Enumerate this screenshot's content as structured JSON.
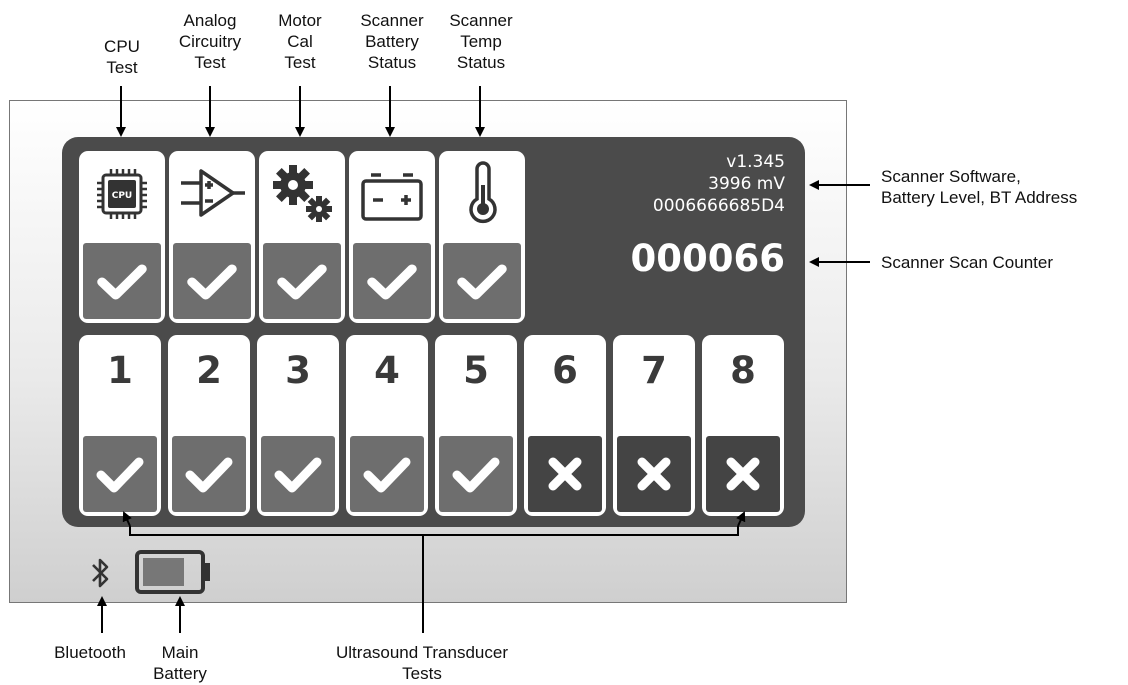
{
  "annotations": {
    "cpu_test": [
      "CPU",
      "Test"
    ],
    "analog_test": [
      "Analog",
      "Circuitry",
      "Test"
    ],
    "motor_cal_test": [
      "Motor",
      "Cal",
      "Test"
    ],
    "scanner_battery_status": [
      "Scanner",
      "Battery",
      "Status"
    ],
    "scanner_temp_status": [
      "Scanner",
      "Temp",
      "Status"
    ],
    "software_info": [
      "Scanner Software,",
      "Battery Level, BT Address"
    ],
    "scan_counter": "Scanner Scan Counter",
    "bluetooth": "Bluetooth",
    "main_battery": [
      "Main",
      "Battery"
    ],
    "ultrasound": [
      "Ultrasound Transducer",
      "Tests"
    ]
  },
  "screen": {
    "version": "v1.345",
    "battery_mv": "3996 mV",
    "bt_address": "0006666685D4",
    "scan_count": "000066",
    "self_tests": [
      {
        "icon": "cpu-icon",
        "chip_label": "CPU",
        "status": "pass"
      },
      {
        "icon": "amplifier-icon",
        "status": "pass"
      },
      {
        "icon": "gears-icon",
        "status": "pass"
      },
      {
        "icon": "battery-icon",
        "status": "pass"
      },
      {
        "icon": "thermometer-icon",
        "status": "pass"
      }
    ],
    "transducers": [
      {
        "label": "1",
        "status": "pass"
      },
      {
        "label": "2",
        "status": "pass"
      },
      {
        "label": "3",
        "status": "pass"
      },
      {
        "label": "4",
        "status": "pass"
      },
      {
        "label": "5",
        "status": "pass"
      },
      {
        "label": "6",
        "status": "fail"
      },
      {
        "label": "7",
        "status": "fail"
      },
      {
        "label": "8",
        "status": "fail"
      }
    ]
  },
  "status_bar": {
    "bluetooth_icon": "bluetooth-icon",
    "battery_icon": "battery-icon",
    "battery_level": 0.75
  },
  "colors": {
    "pass": "#6e6e6e",
    "fail": "#444444",
    "screen": "#4b4b4b"
  }
}
